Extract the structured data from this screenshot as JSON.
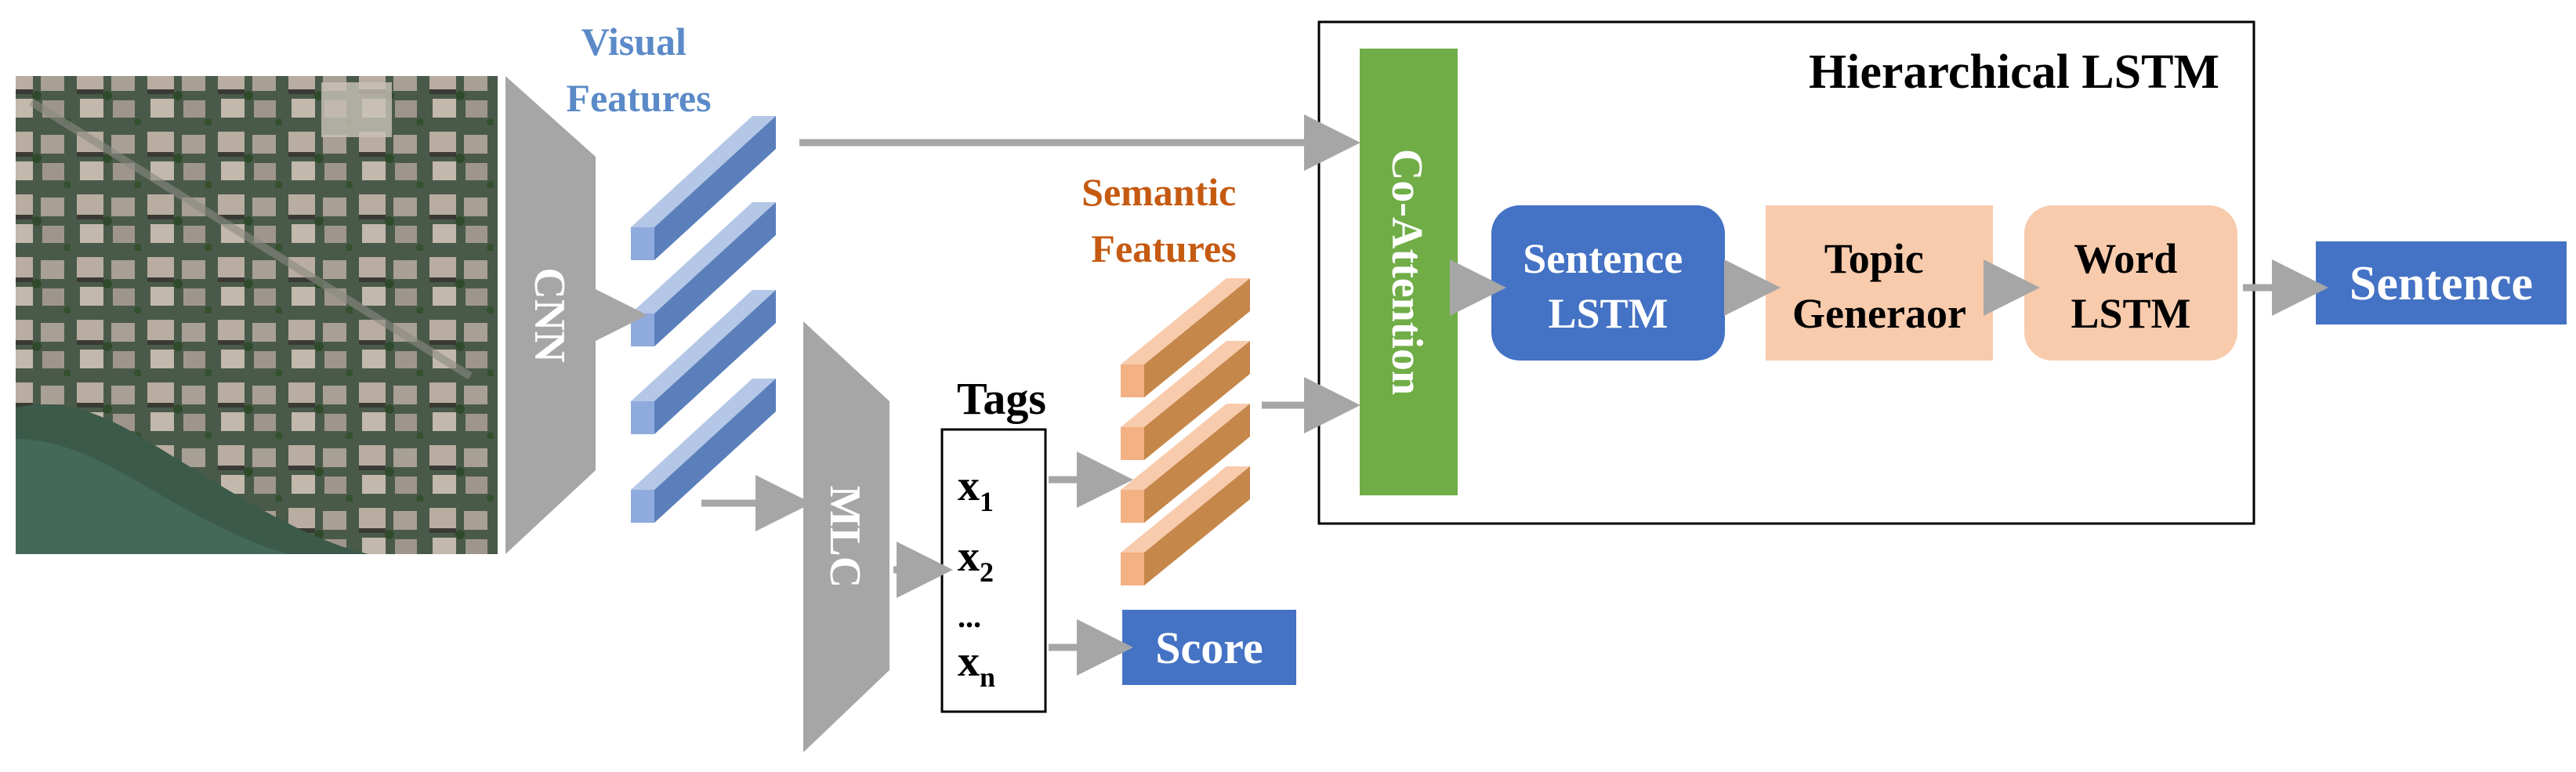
{
  "input_image": {
    "description": "aerial-imagery-icon"
  },
  "labels": {
    "visual_features": [
      "Visual",
      "Features"
    ],
    "semantic_features": [
      "Semantic",
      "Features"
    ],
    "cnn": "CNN",
    "mlc": "MLC",
    "tags_title": "Tags",
    "tags": [
      {
        "base": "x",
        "sub": "1"
      },
      {
        "base": "x",
        "sub": "2"
      },
      {
        "base": "...",
        "sub": ""
      },
      {
        "base": "x",
        "sub": "n"
      }
    ],
    "score": "Score",
    "hierarchical_lstm": "Hierarchical LSTM",
    "co_attention": "Co-Attention",
    "sentence_lstm": [
      "Sentence",
      "LSTM"
    ],
    "topic_generator": [
      "Topic",
      "Generaor"
    ],
    "word_lstm": [
      "Word",
      "LSTM"
    ],
    "sentence_output": "Sentence"
  },
  "colors": {
    "blue_text": "#5b8ac8",
    "orange_text": "#c55a11",
    "trapezoid_gray": "#a6a6a6",
    "arrow_gray": "#a6a6a6",
    "co_attention_green": "#70ad47",
    "sentence_lstm_blue": "#4472c4",
    "peach": "#f8cbad",
    "output_blue": "#4472c4",
    "blue_bar_front": "#8faadc",
    "blue_bar_top": "#b4c7e7",
    "blue_bar_side": "#5b7fba",
    "orange_bar_front": "#f4b183",
    "orange_bar_top": "#f8cbad",
    "orange_bar_side": "#c5874a"
  }
}
